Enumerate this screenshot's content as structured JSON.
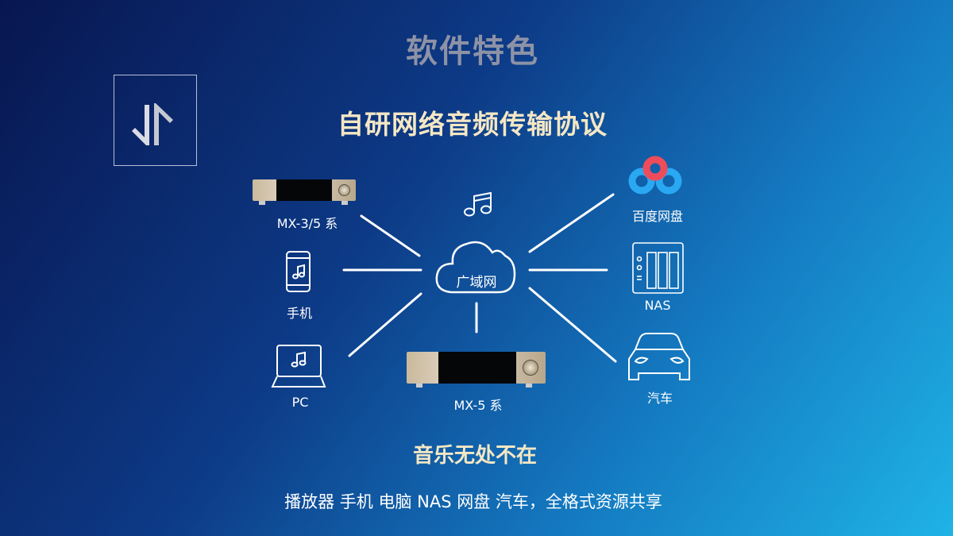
{
  "title": "软件特色",
  "subtitle": "自研网络音频传输协议",
  "hub_label": "广域网",
  "nodes": {
    "mx35": "MX-3/5 系",
    "phone": "手机",
    "pc": "PC",
    "mx5": "MX-5 系",
    "baidu": "百度网盘",
    "nas": "NAS",
    "car": "汽车"
  },
  "slogan": "音乐无处不在",
  "footer": "播放器 手机 电脑  NAS  网盘 汽车，全格式资源共享",
  "colors": {
    "title": "#8d92a6",
    "accent": "#f4e7c4",
    "baidu_blue": "#2aa8f2",
    "baidu_red": "#ee4c5b"
  }
}
